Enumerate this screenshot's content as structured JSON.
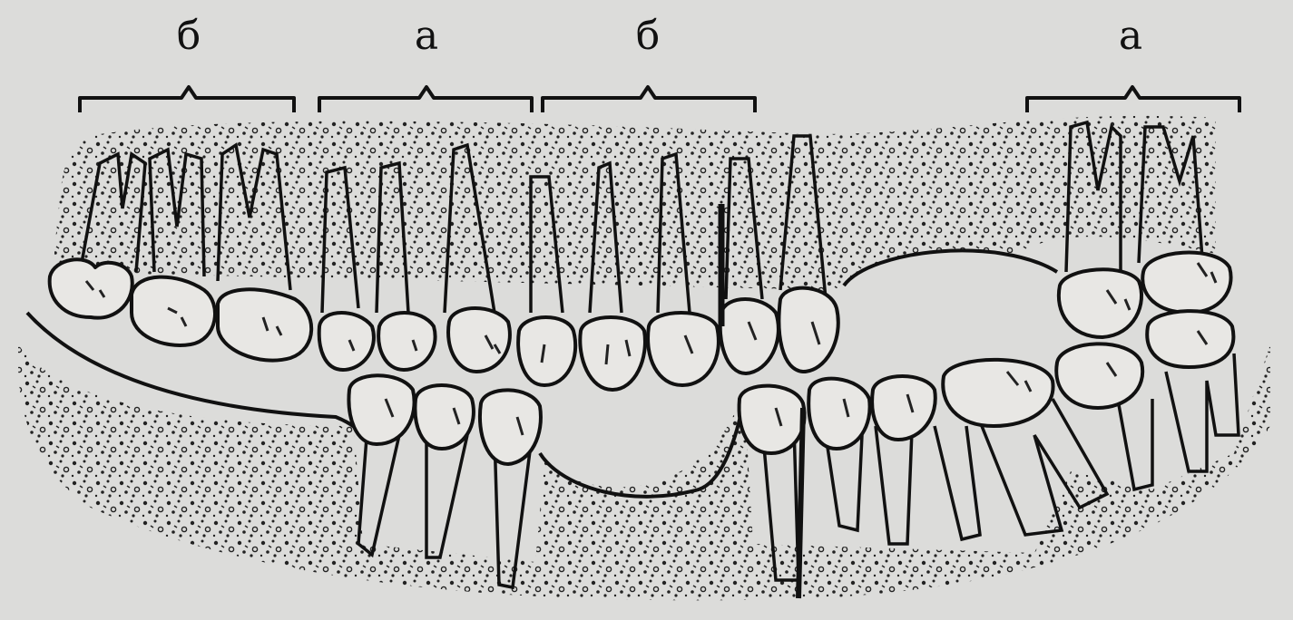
{
  "diagram": {
    "brackets": [
      {
        "id": "bracket-1",
        "label": "б"
      },
      {
        "id": "bracket-2",
        "label": "а"
      },
      {
        "id": "bracket-3",
        "label": "б"
      },
      {
        "id": "bracket-4",
        "label": "а"
      }
    ]
  }
}
